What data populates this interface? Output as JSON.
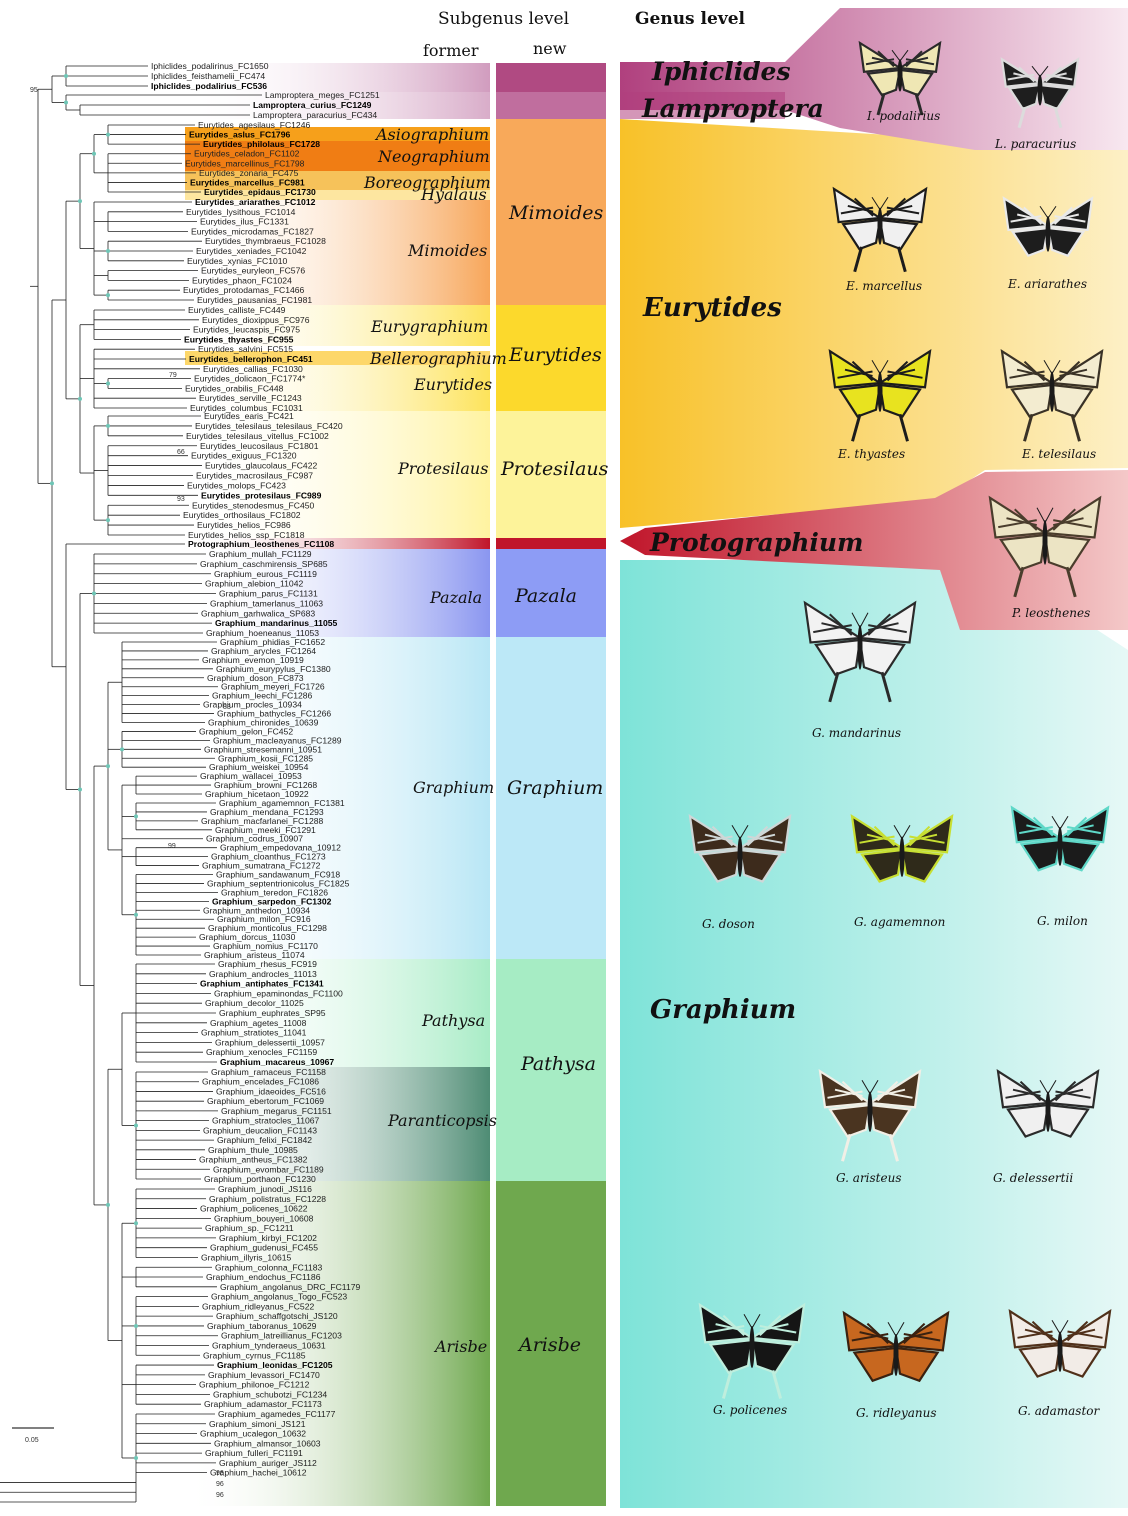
{
  "headers": {
    "subgenus": "Subgenus level",
    "former": "former",
    "new": "new",
    "genus": "Genus level"
  },
  "scale_label": "0.05",
  "tips": [
    [
      "Iphiclides_podalirinus_FC1650",
      0
    ],
    [
      "Iphiclides_feisthamelii_FC474",
      0
    ],
    [
      "Iphiclides_podalirius_FC536",
      1
    ],
    [
      "Lamproptera_meges_FC1251",
      0
    ],
    [
      "Lamproptera_curius_FC1249",
      1
    ],
    [
      "Lamproptera_paracurius_FC434",
      0
    ],
    [
      "Eurytides_agesilaus_FC1246",
      0
    ],
    [
      "Eurytides_aslus_FC1796",
      1
    ],
    [
      "Eurytides_philolaus_FC1728",
      1
    ],
    [
      "Eurytides_celadon_FC1102",
      0
    ],
    [
      "Eurytides_marcellinus_FC1798",
      0
    ],
    [
      "Eurytides_zonaria_FC475",
      0
    ],
    [
      "Eurytides_marcellus_FC981",
      1
    ],
    [
      "Eurytides_epidaus_FC1730",
      1
    ],
    [
      "Eurytides_ariarathes_FC1012",
      1
    ],
    [
      "Eurytides_lysithous_FC1014",
      0
    ],
    [
      "Eurytides_ilus_FC1331",
      0
    ],
    [
      "Eurytides_microdamas_FC1827",
      0
    ],
    [
      "Eurytides_thymbraeus_FC1028",
      0
    ],
    [
      "Eurytides_xeniades_FC1042",
      0
    ],
    [
      "Eurytides_xynias_FC1010",
      0
    ],
    [
      "Eurytides_euryleon_FC576",
      0
    ],
    [
      "Eurytides_phaon_FC1024",
      0
    ],
    [
      "Eurytides_protodamas_FC1466",
      0
    ],
    [
      "Eurytides_pausanias_FC1981",
      0
    ],
    [
      "Eurytides_calliste_FC449",
      0
    ],
    [
      "Eurytides_dioxippus_FC976",
      0
    ],
    [
      "Eurytides_leucaspis_FC975",
      0
    ],
    [
      "Eurytides_thyastes_FC955",
      1
    ],
    [
      "Eurytides_salvini_FC515",
      0
    ],
    [
      "Eurytides_bellerophon_FC451",
      1
    ],
    [
      "Eurytides_callias_FC1030",
      0
    ],
    [
      "Eurytides_dolicaon_FC1774*",
      0
    ],
    [
      "Eurytides_orabilis_FC448",
      0
    ],
    [
      "Eurytides_serville_FC1243",
      0
    ],
    [
      "Eurytides_columbus_FC1031",
      0
    ],
    [
      "Eurytides_earis_FC421",
      0
    ],
    [
      "Eurytides_telesilaus_telesilaus_FC420",
      0
    ],
    [
      "Eurytides_telesilaus_vitellus_FC1002",
      0
    ],
    [
      "Eurytides_leucosilaus_FC1801",
      0
    ],
    [
      "Eurytides_exiguus_FC1320",
      0
    ],
    [
      "Eurytides_glaucolaus_FC422",
      0
    ],
    [
      "Eurytides_macrosilaus_FC987",
      0
    ],
    [
      "Eurytides_molops_FC423",
      0
    ],
    [
      "Eurytides_protesilaus_FC989",
      1
    ],
    [
      "Eurytides_stenodesmus_FC450",
      0
    ],
    [
      "Eurytides_orthosilaus_FC1802",
      0
    ],
    [
      "Eurytides_helios_FC986",
      0
    ],
    [
      "Eurytides_helios_ssp_FC1818",
      0
    ],
    [
      "Protographium_leosthenes_FC1108",
      1
    ],
    [
      "Graphium_mullah_FC1129",
      0
    ],
    [
      "Graphium_caschmirensis_SP685",
      0
    ],
    [
      "Graphium_eurous_FC1119",
      0
    ],
    [
      "Graphium_alebion_11042",
      0
    ],
    [
      "Graphium_parus_FC1131",
      0
    ],
    [
      "Graphium_tamerlanus_11063",
      0
    ],
    [
      "Graphium_garhwalica_SP683",
      0
    ],
    [
      "Graphium_mandarinus_11055",
      1
    ],
    [
      "Graphium_hoeneanus_11053",
      0
    ],
    [
      "Graphium_phidias_FC1652",
      0
    ],
    [
      "Graphium_arycles_FC1264",
      0
    ],
    [
      "Graphium_evemon_10919",
      0
    ],
    [
      "Graphium_eurypylus_FC1380",
      0
    ],
    [
      "Graphium_doson_FC873",
      0
    ],
    [
      "Graphium_meyeri_FC1726",
      0
    ],
    [
      "Graphium_leechi_FC1286",
      0
    ],
    [
      "Graphium_procles_10934",
      0
    ],
    [
      "Graphium_bathycles_FC1266",
      0
    ],
    [
      "Graphium_chironides_10639",
      0
    ],
    [
      "Graphium_gelon_FC452",
      0
    ],
    [
      "Graphium_macleayanus_FC1289",
      0
    ],
    [
      "Graphium_stresemanni_10951",
      0
    ],
    [
      "Graphium_kosii_FC1285",
      0
    ],
    [
      "Graphium_weiskei_10954",
      0
    ],
    [
      "Graphium_wallacei_10953",
      0
    ],
    [
      "Graphium_browni_FC1268",
      0
    ],
    [
      "Graphium_hicetaon_10922",
      0
    ],
    [
      "Graphium_agamemnon_FC1381",
      0
    ],
    [
      "Graphium_mendana_FC1293",
      0
    ],
    [
      "Graphium_macfarlanei_FC1288",
      0
    ],
    [
      "Graphium_meeki_FC1291",
      0
    ],
    [
      "Graphium_codrus_10907",
      0
    ],
    [
      "Graphium_empedovana_10912",
      0
    ],
    [
      "Graphium_cloanthus_FC1273",
      0
    ],
    [
      "Graphium_sumatrana_FC1272",
      0
    ],
    [
      "Graphium_sandawanum_FC918",
      0
    ],
    [
      "Graphium_septentrionicolus_FC1825",
      0
    ],
    [
      "Graphium_teredon_FC1826",
      0
    ],
    [
      "Graphium_sarpedon_FC1302",
      1
    ],
    [
      "Graphium_anthedon_10934",
      0
    ],
    [
      "Graphium_milon_FC916",
      0
    ],
    [
      "Graphium_monticolus_FC1298",
      0
    ],
    [
      "Graphium_dorcus_11030",
      0
    ],
    [
      "Graphium_nomius_FC1170",
      0
    ],
    [
      "Graphium_aristeus_11074",
      0
    ],
    [
      "Graphium_rhesus_FC919",
      0
    ],
    [
      "Graphium_androcles_11013",
      0
    ],
    [
      "Graphium_antiphates_FC1341",
      1
    ],
    [
      "Graphium_epaminondas_FC1100",
      0
    ],
    [
      "Graphium_decolor_11025",
      0
    ],
    [
      "Graphium_euphrates_SP95",
      0
    ],
    [
      "Graphium_agetes_11008",
      0
    ],
    [
      "Graphium_stratiotes_11041",
      0
    ],
    [
      "Graphium_delessertii_10957",
      0
    ],
    [
      "Graphium_xenocles_FC1159",
      0
    ],
    [
      "Graphium_macareus_10967",
      1
    ],
    [
      "Graphium_ramaceus_FC1158",
      0
    ],
    [
      "Graphium_encelades_FC1086",
      0
    ],
    [
      "Graphium_idaeoides_FC516",
      0
    ],
    [
      "Graphium_ebertorum_FC1069",
      0
    ],
    [
      "Graphium_megarus_FC1151",
      0
    ],
    [
      "Graphium_stratocles_11067",
      0
    ],
    [
      "Graphium_deucalion_FC1143",
      0
    ],
    [
      "Graphium_felixi_FC1842",
      0
    ],
    [
      "Graphium_thule_10985",
      0
    ],
    [
      "Graphium_antheus_FC1382",
      0
    ],
    [
      "Graphium_evombar_FC1189",
      0
    ],
    [
      "Graphium_porthaon_FC1230",
      0
    ],
    [
      "Graphium_junodi_JS116",
      0
    ],
    [
      "Graphium_polistratus_FC1228",
      0
    ],
    [
      "Graphium_policenes_10622",
      0
    ],
    [
      "Graphium_bouyeri_10608",
      0
    ],
    [
      "Graphium_sp._FC1211",
      0
    ],
    [
      "Graphium_kirbyi_FC1202",
      0
    ],
    [
      "Graphium_gudenusi_FC455",
      0
    ],
    [
      "Graphium_illyris_10615",
      0
    ],
    [
      "Graphium_colonna_FC1183",
      0
    ],
    [
      "Graphium_endochus_FC1186",
      0
    ],
    [
      "Graphium_angolanus_DRC_FC1179",
      0
    ],
    [
      "Graphium_angolanus_Togo_FC523",
      0
    ],
    [
      "Graphium_ridleyanus_FC522",
      0
    ],
    [
      "Graphium_schaffgotschi_JS120",
      0
    ],
    [
      "Graphium_taboranus_10629",
      0
    ],
    [
      "Graphium_latreillianus_FC1203",
      0
    ],
    [
      "Graphium_tynderaeus_10631",
      0
    ],
    [
      "Graphium_cyrnus_FC1185",
      0
    ],
    [
      "Graphium_leonidas_FC1205",
      1
    ],
    [
      "Graphium_levassori_FC1470",
      0
    ],
    [
      "Graphium_philonoe_FC1212",
      0
    ],
    [
      "Graphium_schubotzi_FC1234",
      0
    ],
    [
      "Graphium_adamastor_FC1173",
      0
    ],
    [
      "Graphium_agamedes_FC1177",
      0
    ],
    [
      "Graphium_simoni_JS121",
      0
    ],
    [
      "Graphium_ucalegon_10632",
      0
    ],
    [
      "Graphium_almansor_10603",
      0
    ],
    [
      "Graphium_fulleri_FC1191",
      0
    ],
    [
      "Graphium_auriger_JS112",
      0
    ],
    [
      "Graphium_hachei_10612",
      0
    ]
  ],
  "bootstrap": [
    "95",
    "79",
    "66",
    "93",
    "83",
    "99",
    "96",
    "96",
    "96"
  ],
  "former_labels": [
    "Asiographium",
    "Neographium",
    "Boreographium",
    "Hyalaus",
    "Mimoides",
    "Eurygraphium",
    "Bellerographium",
    "Eurytides",
    "Protesilaus",
    "Pazala",
    "Graphium",
    "Pathysa",
    "Paranticopsis",
    "Arisbe"
  ],
  "new_labels": [
    "Mimoides",
    "Eurytides",
    "Protesilaus",
    "Pazala",
    "Graphium",
    "Pathysa",
    "Arisbe"
  ],
  "genus_labels": [
    "Iphiclides",
    "Lamproptera",
    "Eurytides",
    "Protographium",
    "Graphium"
  ],
  "species_captions": [
    "I. podalirius",
    "L. paracurius",
    "E. marcellus",
    "E. ariarathes",
    "E. thyastes",
    "E. telesilaus",
    "P. leosthenes",
    "G. mandarinus",
    "G. doson",
    "G. agamemnon",
    "G. milon",
    "G. aristeus",
    "G. delessertii",
    "G. policenes",
    "G. ridleyanus",
    "G. adamastor"
  ]
}
